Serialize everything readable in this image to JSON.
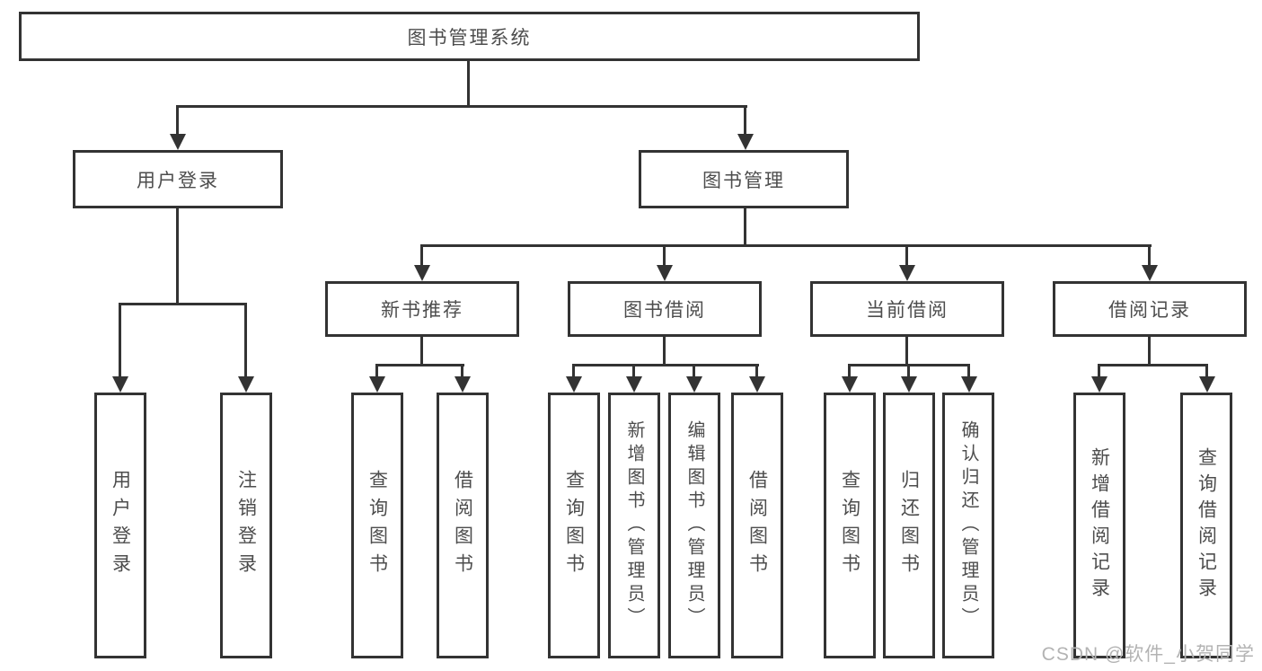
{
  "diagram": {
    "type": "hierarchy-tree",
    "title": "图书管理系统",
    "colors": {
      "line": "#333333",
      "text": "#4d4d4d",
      "background": "#ffffff",
      "watermark": "#b3b3b3"
    }
  },
  "level2": [
    {
      "label": "用户登录"
    },
    {
      "label": "图书管理"
    }
  ],
  "level3": [
    {
      "label": "新书推荐"
    },
    {
      "label": "图书借阅"
    },
    {
      "label": "当前借阅"
    },
    {
      "label": "借阅记录"
    }
  ],
  "leaves": {
    "user": [
      "用户登录",
      "注销登录"
    ],
    "newbook": [
      "查询图书",
      "借阅图书"
    ],
    "borrow": [
      "查询图书",
      "新增图书（管理员）",
      "编辑图书（管理员）",
      "借阅图书"
    ],
    "current": [
      "查询图书",
      "归还图书",
      "确认归还（管理员）"
    ],
    "records": [
      "新增借阅记录",
      "查询借阅记录"
    ]
  },
  "watermark": "CSDN @软件_小贺同学"
}
